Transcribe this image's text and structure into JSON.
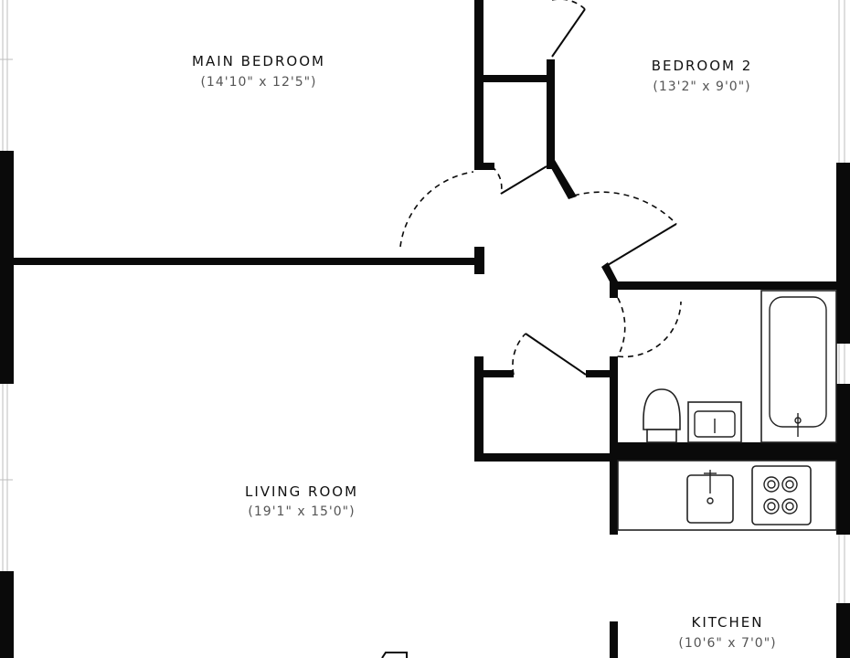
{
  "rooms": [
    {
      "name": "MAIN BEDROOM",
      "dims": "(14'10\" x 12'5\")"
    },
    {
      "name": "BEDROOM 2",
      "dims": "(13'2\" x 9'0\")"
    },
    {
      "name": "LIVING ROOM",
      "dims": "(19'1\" x 15'0\")"
    },
    {
      "name": "KITCHEN",
      "dims": "(10'6\" x 7'0\")"
    }
  ],
  "fixtures": [
    "bathtub",
    "toilet",
    "bathroom-sink",
    "kitchen-sink",
    "stove-cooktop"
  ],
  "colors": {
    "wall": "#0a0a0a",
    "background": "#ffffff",
    "label": "#111111",
    "dimension": "#555555"
  }
}
